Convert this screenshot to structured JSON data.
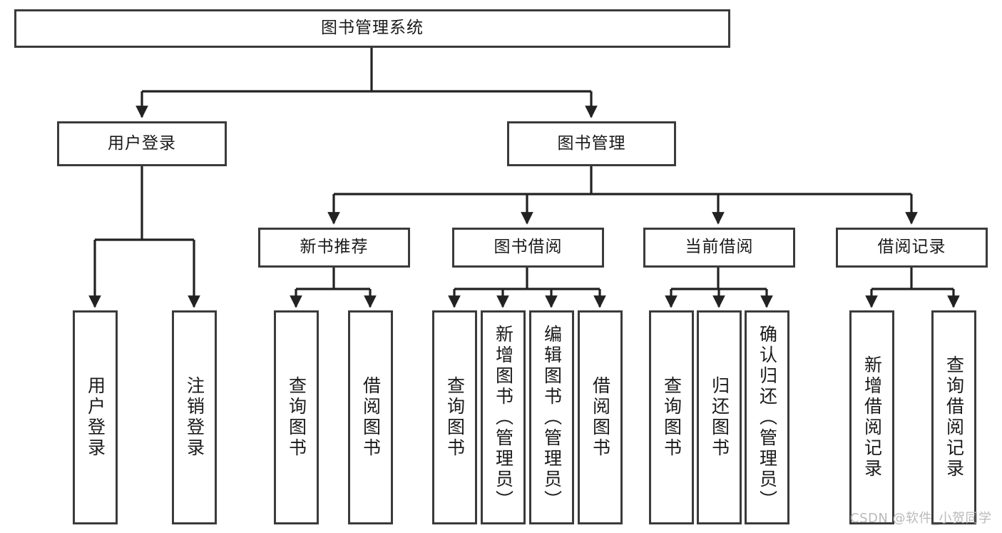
{
  "diagram": {
    "type": "tree",
    "title": "图书管理系统",
    "orientation": "top-down",
    "colors": {
      "box_border": "#3b3b3b",
      "box_fill": "#ffffff",
      "connector": "#222222",
      "text": "#1a1a1a",
      "watermark": "#b9b9b9"
    },
    "nodes": {
      "root": {
        "label": "图书管理系统",
        "level": 1
      },
      "user_login": {
        "label": "用户登录",
        "level": 2
      },
      "book_manage": {
        "label": "图书管理",
        "level": 2
      },
      "new_book_rec": {
        "label": "新书推荐",
        "level": 3
      },
      "book_borrow": {
        "label": "图书借阅",
        "level": 3
      },
      "current_borrow": {
        "label": "当前借阅",
        "level": 3
      },
      "borrow_record": {
        "label": "借阅记录",
        "level": 3
      },
      "leaf_user_login": {
        "label": "用户登录",
        "level": 3
      },
      "leaf_logout": {
        "label": "注销登录",
        "level": 3
      },
      "leaf_query_book_1": {
        "label": "查询图书",
        "level": 4
      },
      "leaf_borrow_book_1": {
        "label": "借阅图书",
        "level": 4
      },
      "leaf_query_book_2": {
        "label": "查询图书",
        "level": 4
      },
      "leaf_add_book": {
        "label": "新增图书（管理员）",
        "level": 4
      },
      "leaf_edit_book": {
        "label": "编辑图书（管理员）",
        "level": 4
      },
      "leaf_borrow_book_2": {
        "label": "借阅图书",
        "level": 4
      },
      "leaf_query_book_3": {
        "label": "查询图书",
        "level": 4
      },
      "leaf_return_book": {
        "label": "归还图书",
        "level": 4
      },
      "leaf_confirm_return": {
        "label": "确认归还（管理员）",
        "level": 4
      },
      "leaf_add_record": {
        "label": "新增借阅记录",
        "level": 4
      },
      "leaf_query_record": {
        "label": "查询借阅记录",
        "level": 4
      }
    },
    "edges": [
      {
        "from": "root",
        "to": "user_login"
      },
      {
        "from": "root",
        "to": "book_manage"
      },
      {
        "from": "user_login",
        "to": "leaf_user_login"
      },
      {
        "from": "user_login",
        "to": "leaf_logout"
      },
      {
        "from": "book_manage",
        "to": "new_book_rec"
      },
      {
        "from": "book_manage",
        "to": "book_borrow"
      },
      {
        "from": "book_manage",
        "to": "current_borrow"
      },
      {
        "from": "book_manage",
        "to": "borrow_record"
      },
      {
        "from": "new_book_rec",
        "to": "leaf_query_book_1"
      },
      {
        "from": "new_book_rec",
        "to": "leaf_borrow_book_1"
      },
      {
        "from": "book_borrow",
        "to": "leaf_query_book_2"
      },
      {
        "from": "book_borrow",
        "to": "leaf_add_book"
      },
      {
        "from": "book_borrow",
        "to": "leaf_edit_book"
      },
      {
        "from": "book_borrow",
        "to": "leaf_borrow_book_2"
      },
      {
        "from": "current_borrow",
        "to": "leaf_query_book_3"
      },
      {
        "from": "current_borrow",
        "to": "leaf_return_book"
      },
      {
        "from": "current_borrow",
        "to": "leaf_confirm_return"
      },
      {
        "from": "borrow_record",
        "to": "leaf_add_record"
      },
      {
        "from": "borrow_record",
        "to": "leaf_query_record"
      }
    ]
  },
  "watermark": {
    "text": "CSDN @软件_小贺同学"
  }
}
